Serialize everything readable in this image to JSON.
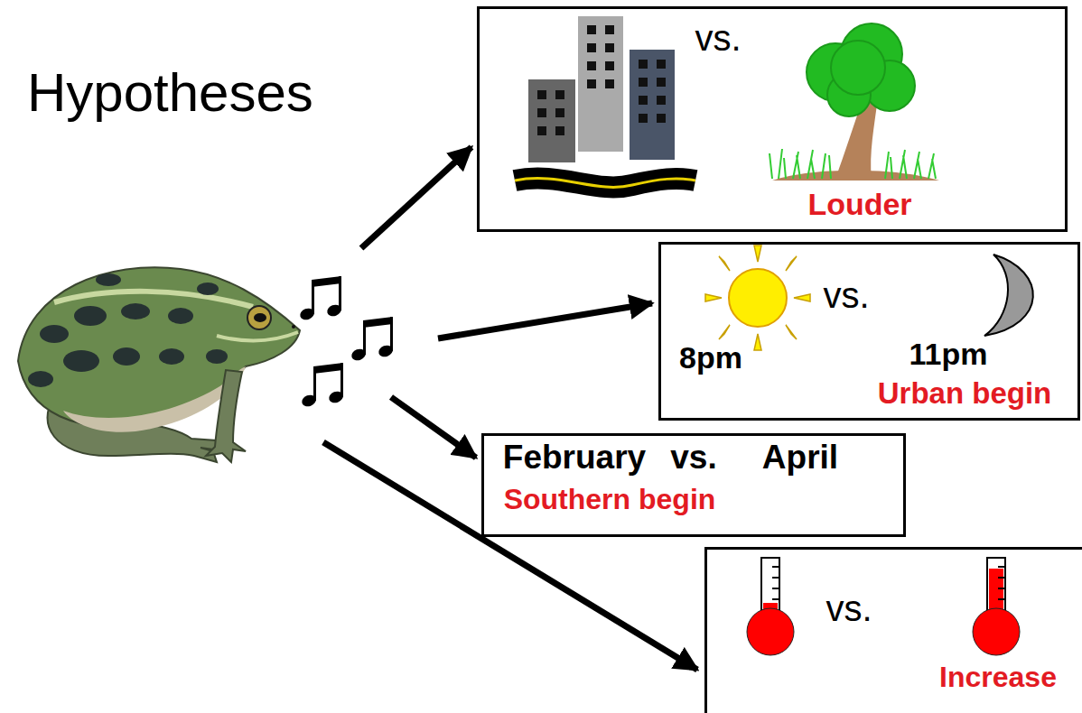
{
  "diagram": {
    "title": "Hypotheses",
    "nodes": [
      {
        "text": [
          "vs.",
          "Louder"
        ]
      },
      {
        "text": [
          "8pm",
          "vs.",
          "11pm",
          "Urban begin"
        ]
      },
      {
        "text": [
          "February",
          "vs.",
          "April",
          "Southern begin"
        ]
      },
      {
        "text": [
          "vs.",
          "Increase"
        ]
      }
    ]
  }
}
